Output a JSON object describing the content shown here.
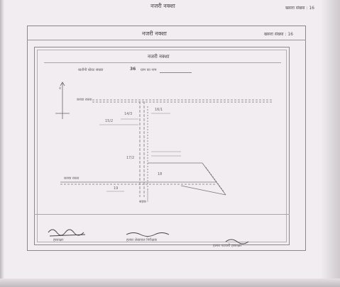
{
  "page": {
    "top_title": "नजरी नक्शा",
    "top_ref": "खसरा संख्या : 16"
  },
  "document": {
    "header_title": "नजरी नक्शा",
    "header_ref": "खसरा संख्या : 16",
    "inner_title": "नजरी नक्शा",
    "info_line_prefix": "खतौनी खेवट संख्या",
    "info_line_value": "36",
    "info_line_suffix": "ग्राम का नाम"
  },
  "map": {
    "north_label": "उ",
    "path_label_top": "कच्चा रास्ता",
    "plot_labels": [
      "14/3",
      "15/2",
      "16/1",
      "17/2",
      "18",
      "19"
    ],
    "vertical_road_label": "सड़क",
    "left_road_label": "कच्चा रास्ता"
  },
  "signatures": {
    "left": "हस्ताक्षर",
    "center": "हल्का लेखपाल निरीक्षक",
    "right": "हल्का पटवारी हस्ताक्षर"
  },
  "colors": {
    "paper": "#f1edf0",
    "ink": "#5a5458"
  }
}
